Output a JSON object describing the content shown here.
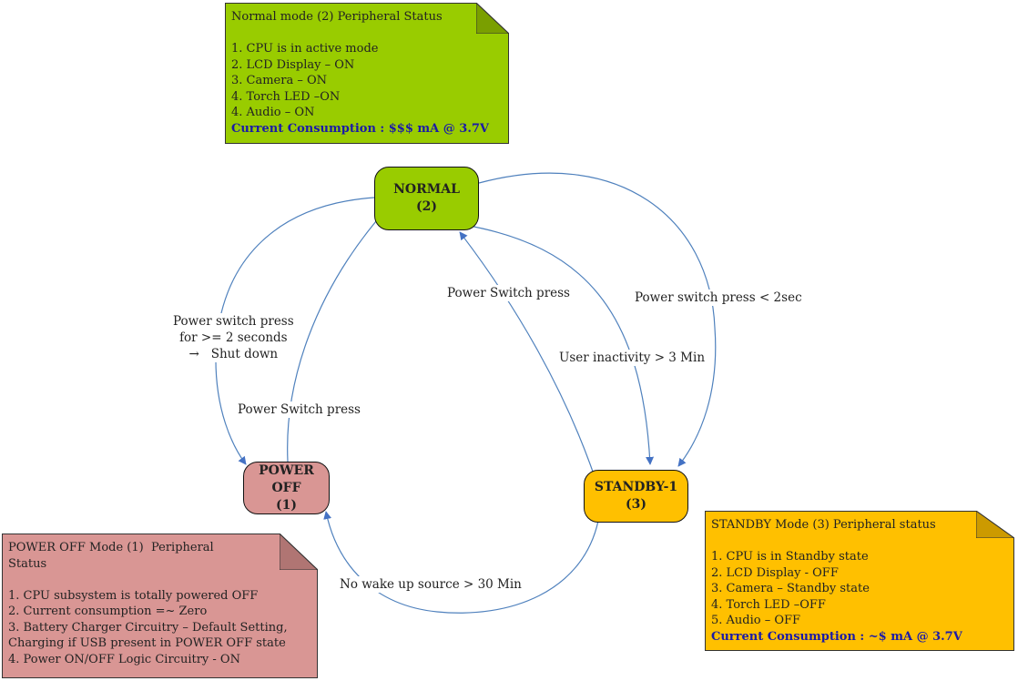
{
  "states": {
    "normal": {
      "name": "NORMAL",
      "num": "(2)",
      "color": "#99cc00"
    },
    "power_off": {
      "name": "POWER OFF",
      "num": "(1)",
      "color": "#d99694"
    },
    "standby": {
      "name": "STANDBY-1",
      "num": "(3)",
      "color": "#ffc000"
    }
  },
  "transitions": {
    "normal_to_poweroff": [
      "Power switch press",
      "for >= 2 seconds",
      "Shut down"
    ],
    "poweroff_to_normal": "Power Switch press",
    "standby_to_normal": "Power Switch press",
    "normal_to_standby_inactivity": "User inactivity > 3 Min",
    "normal_to_standby_press": "Power switch press < 2sec",
    "standby_to_poweroff": "No wake up source  > 30 Min"
  },
  "notes": {
    "normal": {
      "title": "Normal mode (2) Peripheral Status",
      "lines": [
        "1. CPU is in active mode",
        "2. LCD Display – ON",
        "3. Camera – ON",
        "4. Torch LED –ON",
        "4. Audio – ON"
      ],
      "consumption": "Current Consumption : $$$ mA @ 3.7V"
    },
    "power_off": {
      "title_line1": "POWER OFF Mode (1)  Peripheral",
      "title_line2": "Status",
      "lines": [
        "1. CPU subsystem is totally powered OFF",
        "2. Current consumption =~ Zero",
        "3. Battery Charger Circuitry – Default Setting,",
        "Charging if USB present in POWER OFF state",
        "4. Power ON/OFF Logic Circuitry - ON"
      ]
    },
    "standby": {
      "title": "STANDBY Mode (3) Peripheral status",
      "lines": [
        "1. CPU is in Standby state",
        "2. LCD Display - OFF",
        "3. Camera – Standby state",
        "4. Torch LED –OFF",
        "5. Audio – OFF"
      ],
      "consumption": "Current Consumption : ~$ mA @ 3.7V"
    }
  },
  "colors": {
    "arrow": "#4472c4",
    "line": "#4f81bd"
  }
}
